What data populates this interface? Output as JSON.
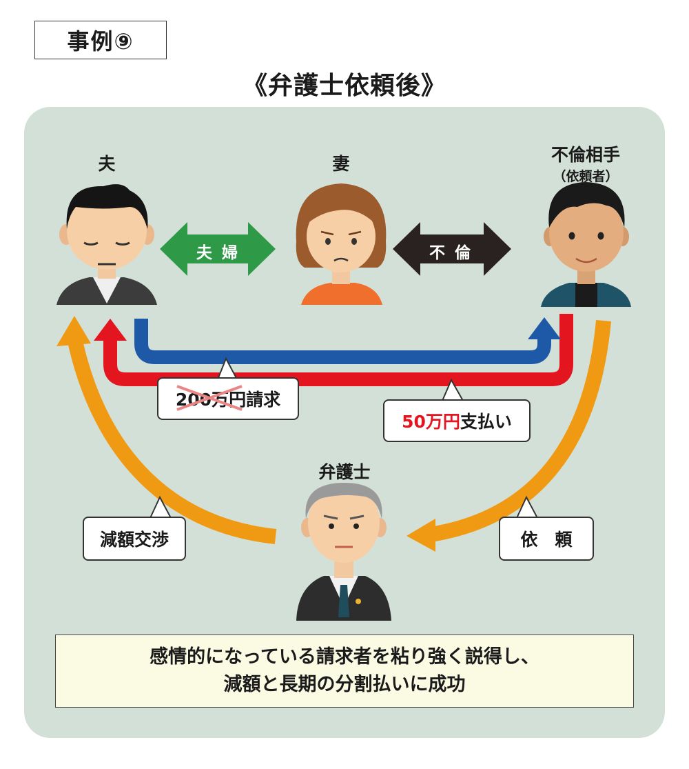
{
  "header": {
    "case_label": "事例⑨",
    "title": "《弁護士依頼後》"
  },
  "people": {
    "husband": "夫",
    "wife": "妻",
    "partner": "不倫相手",
    "partner_sub": "（依頼者）",
    "lawyer": "弁護士"
  },
  "relations": {
    "couple": "夫婦",
    "affair": "不倫"
  },
  "bubbles": {
    "claim_amount": "200万円",
    "claim_suffix": "請求",
    "pay_amount": "50万円",
    "pay_suffix": "支払い",
    "negotiation": "減額交渉",
    "request": "依　頼"
  },
  "summary": {
    "line1": "感情的になっている請求者を粘り強く説得し、",
    "line2": "減額と長期の分割払いに成功"
  },
  "colors": {
    "panel": "#d3e0d7",
    "couple_arrow": "#2e9a47",
    "affair_arrow": "#2a2220",
    "blue_line": "#1e59a8",
    "red_line": "#e3151f",
    "orange_line": "#f09a13"
  }
}
